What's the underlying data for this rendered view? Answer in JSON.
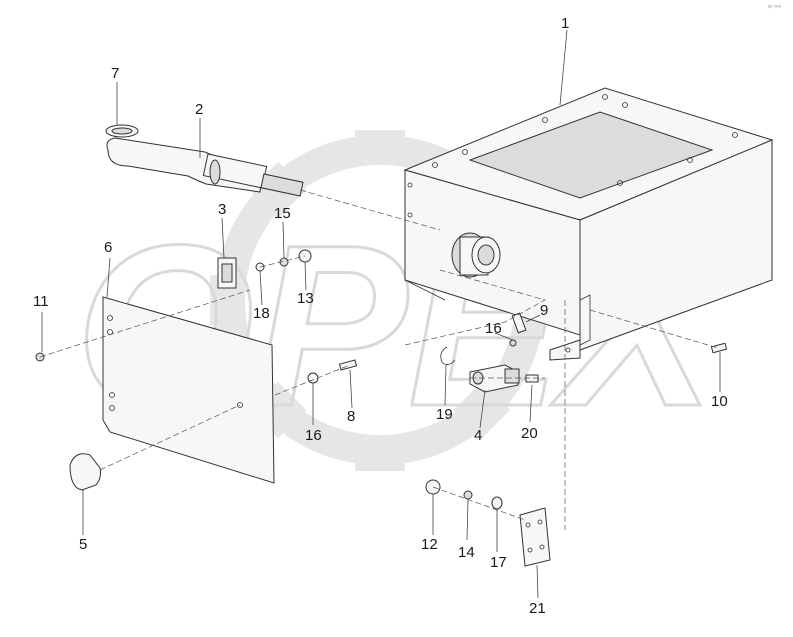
{
  "corner_mark": "ᵉᵖ ᵒᵒᵒ",
  "watermark": {
    "text": "OPEX",
    "color": "#e6e6e6"
  },
  "colors": {
    "ink": "#333333",
    "part_fill": "#f7f7f7",
    "shade": "#dcdcdc"
  },
  "callouts": {
    "c1": "1",
    "c2": "2",
    "c3": "3",
    "c4": "4",
    "c5": "5",
    "c6": "6",
    "c7": "7",
    "c8": "8",
    "c9": "9",
    "c10": "10",
    "c11": "11",
    "c12": "12",
    "c13": "13",
    "c14": "14",
    "c15": "15",
    "c16a": "16",
    "c16b": "16",
    "c17": "17",
    "c18": "18",
    "c19": "19",
    "c20": "20",
    "c21": "21"
  }
}
